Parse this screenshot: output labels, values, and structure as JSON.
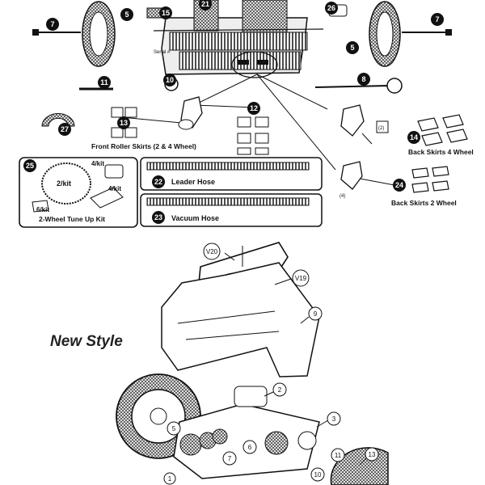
{
  "top_badges": {
    "b7a": "7",
    "b5a": "5",
    "b15": "15",
    "b21": "21",
    "b26": "26",
    "b7b": "7",
    "b5b": "5",
    "b11": "11",
    "b10": "10",
    "b8": "8",
    "b12": "12",
    "b27": "27",
    "b13": "13",
    "b14": "14",
    "b24": "24",
    "b25": "25",
    "b22": "22",
    "b23": "23"
  },
  "labels": {
    "serial": "Serial #",
    "front_skirts": "Front Roller Skirts (2 & 4 Wheel)",
    "back_skirts_4": "Back Skirts 4 Wheel",
    "back_skirts_2": "Back Skirts 2 Wheel",
    "leader_hose": "Leader Hose",
    "vacuum_hose": "Vacuum Hose",
    "kit_title": "2-Wheel Tune Up Kit",
    "kit_2": "2/kit",
    "kit_4a": "4/kit",
    "kit_4b": "4/kit",
    "kit_6": "6/kit",
    "tag_2": "(2)",
    "tag_4": "(4)",
    "new_style": "New Style"
  },
  "new_style_callouts": {
    "v20": "V20",
    "v19": "V19",
    "n9": "9",
    "n2": "2",
    "n3": "3",
    "n5": "5",
    "n6": "6",
    "n7": "7",
    "n11": "11",
    "n13": "13",
    "n10": "10",
    "n1": "1"
  }
}
